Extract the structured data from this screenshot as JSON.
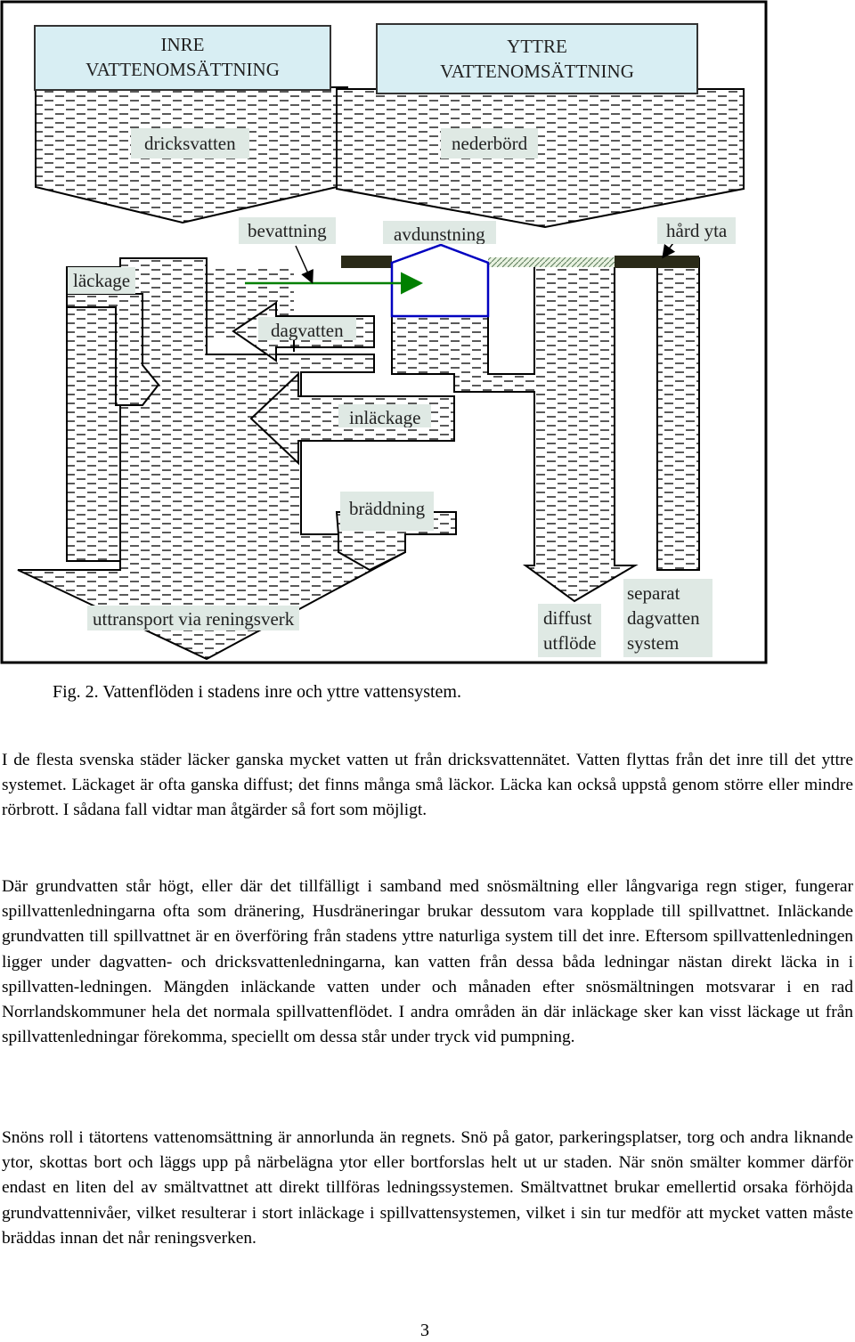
{
  "figure": {
    "labels": {
      "inre": "INRE\nVATTENOMSÄTTNING",
      "yttre": "YTTRE\nVATTENOMSÄTTNING",
      "dricksvatten": "dricksvatten",
      "nederbord": "nederbörd",
      "bevattning": "bevattning",
      "avdunstning": "avdunstning",
      "hard_yta": "hård yta",
      "lackage": "läckage",
      "dagvatten": "dagvatten",
      "inlackage": "inläckage",
      "braddning": "bräddning",
      "uttransport": "uttransport via reningsverk",
      "diffust": "diffust\nutflöde",
      "separat": "separat\ndagvatten\nsystem"
    },
    "colors": {
      "dash_pattern": "#000000",
      "label_tint": "#dfe9e4",
      "title_tint": "#d8eef3",
      "arrow_green": "#008000",
      "box_blue": "#0000c0",
      "hard_surface": "#2a2a18"
    }
  },
  "caption": "Fig. 2. Vattenflöden i stadens inre och yttre vattensystem.",
  "paragraphs": [
    "I de flesta svenska städer läcker ganska mycket vatten ut från dricksvattennätet. Vatten flyttas från det inre till det yttre systemet. Läckaget är ofta ganska diffust; det finns många små läckor. Läcka kan också uppstå genom större eller mindre rörbrott. I sådana fall vidtar man åtgärder så fort som möjligt.",
    "Där grundvatten står högt, eller där det tillfälligt i samband med snösmältning eller långvariga regn stiger, fungerar spillvattenledningarna ofta som dränering, Husdräneringar brukar dessutom vara kopplade till spillvattnet. Inläckande grundvatten till spillvattnet är en överföring från stadens yttre naturliga system till det inre. Eftersom spillvattenledningen ligger under dagvatten- och dricksvattenledningarna, kan vatten från dessa båda ledningar nästan direkt läcka in i spillvatten-ledningen. Mängden inläckande vatten under och månaden efter snösmältningen motsvarar i en rad Norrlandskommuner hela det normala spillvattenflödet. I andra områden än där inläckage sker kan visst läckage ut från spillvattenledningar förekomma, speciellt om dessa står under tryck vid pumpning.",
    "Snöns roll i tätortens vattenomsättning är annorlunda än regnets. Snö på gator, parkeringsplatser, torg och andra liknande ytor, skottas bort och läggs upp på närbelägna ytor eller bortforslas helt ut ur staden. När snön smälter kommer därför endast en liten del av smältvattnet att direkt tillföras ledningssystemen. Smältvattnet brukar emellertid orsaka förhöjda grundvattennivåer, vilket resulterar i stort inläckage i spillvattensystemen, vilket i sin tur medför att mycket vatten måste bräddas innan det når reningsverken."
  ],
  "page_number": "3"
}
